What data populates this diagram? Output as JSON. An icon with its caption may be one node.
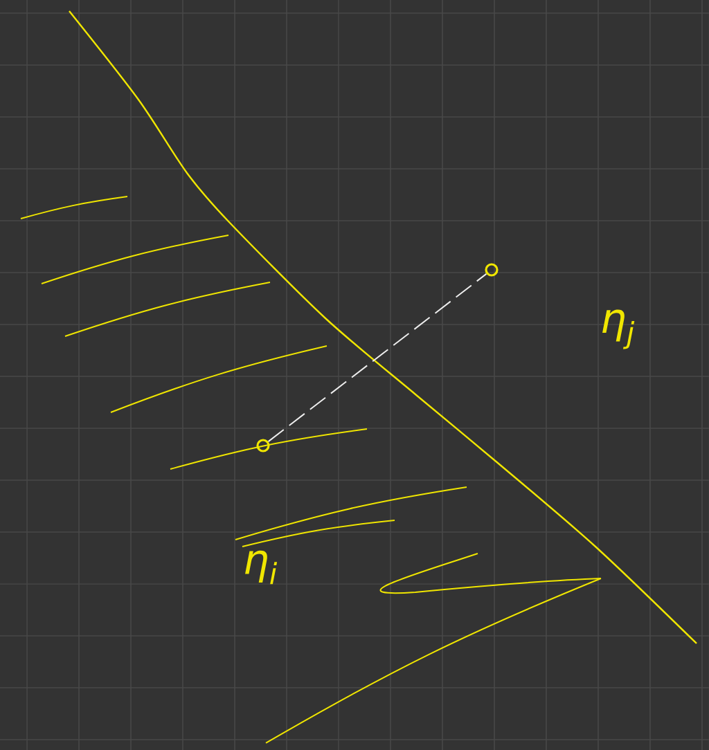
{
  "diagram": {
    "nodes": [
      {
        "text": [],
        "shape": "circle"
      },
      {
        "text": [],
        "shape": "circle"
      }
    ],
    "edges": [
      {
        "from": 0,
        "to": 1,
        "arrow": "none",
        "style": "dashed"
      }
    ],
    "labels": [
      "η$_{j}$",
      "η$_{i}$"
    ]
  }
}
